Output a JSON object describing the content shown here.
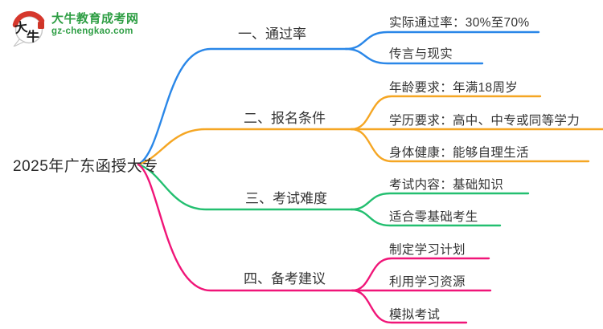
{
  "logo": {
    "site_name": "大牛教育成考网",
    "site_url": "gz-chengkao.com",
    "icon_char_1": "大",
    "icon_char_2": "牛",
    "brand_green": "#2e9e44",
    "accent_red": "#d6372c",
    "seal_red": "#cf3528"
  },
  "root": {
    "label": "2025年广东函授大专"
  },
  "branches": [
    {
      "label": "一、通过率",
      "color": "#2a87e8",
      "children": [
        "实际通过率：30%至70%",
        "传言与现实"
      ]
    },
    {
      "label": "二、报名条件",
      "color": "#f5a623",
      "children": [
        "年龄要求：年满18周岁",
        "学历要求：高中、中专或同等学力",
        "身体健康：能够自理生活"
      ]
    },
    {
      "label": "三、考试难度",
      "color": "#23bf70",
      "children": [
        "考试内容：基础知识",
        "适合零基础考生"
      ]
    },
    {
      "label": "四、备考建议",
      "color": "#f01578",
      "children": [
        "制定学习计划",
        "利用学习资源",
        "模拟考试"
      ]
    }
  ]
}
